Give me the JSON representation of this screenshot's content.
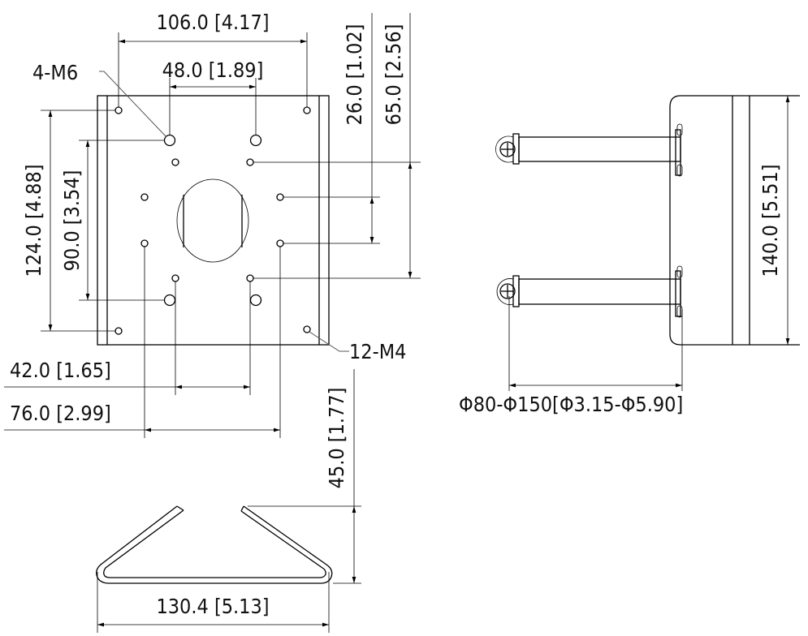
{
  "front_view": {
    "width_outer": "106.0 [4.17]",
    "width_inner": "48.0 [1.89]",
    "m6_label": "4-M6",
    "m4_label": "12-M4",
    "height_outer": "124.0 [4.88]",
    "height_inner": "90.0 [3.54]",
    "v_26": "26.0 [1.02]",
    "v_65": "65.0 [2.56]",
    "h_42": "42.0 [1.65]",
    "h_76": "76.0 [2.99]"
  },
  "bracket_view": {
    "height": "45.0 [1.77]",
    "width": "130.4 [5.13]"
  },
  "side_view": {
    "height": "140.0 [5.51]",
    "pole_range": "Φ80-Φ150[Φ3.15-Φ5.90]"
  },
  "colors": {
    "line": "#000000",
    "background": "#ffffff"
  }
}
